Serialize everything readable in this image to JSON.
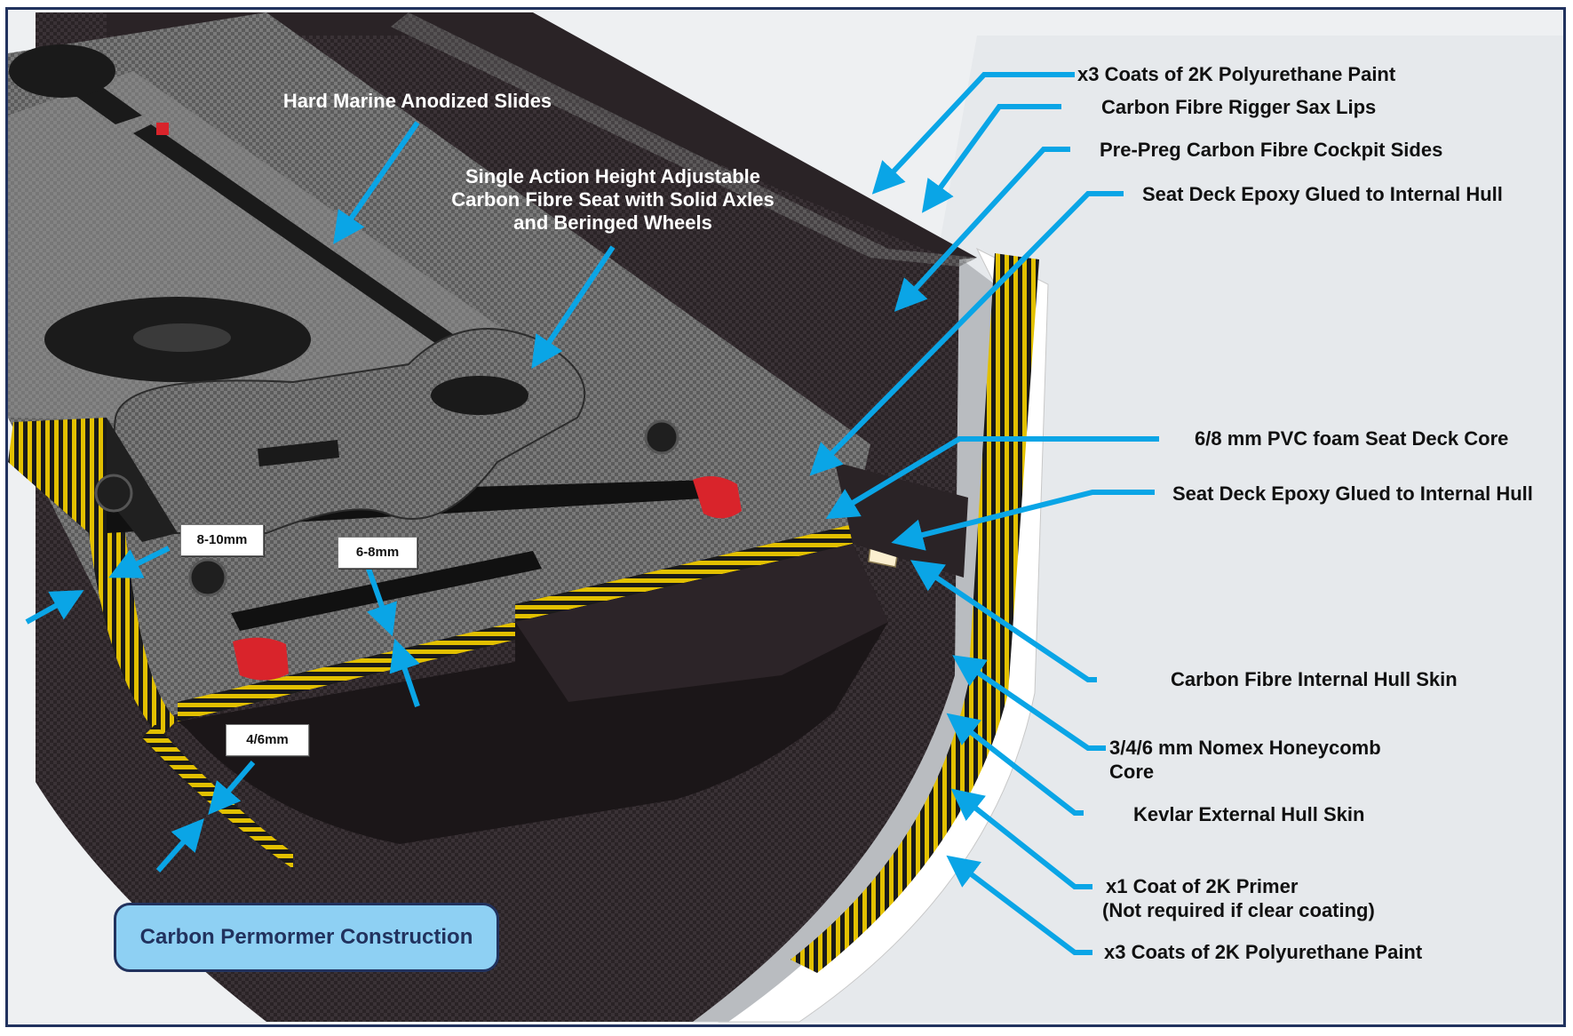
{
  "diagram": {
    "title": "Carbon Permormer Construction",
    "top_labels": {
      "slides": "Hard Marine Anodized Slides",
      "seat_line1": "Single Action Height Adjustable",
      "seat_line2": "Carbon Fibre Seat with Solid Axles",
      "seat_line3": "and Beringed Wheels"
    },
    "right_labels": {
      "paint_top": "x3 Coats of 2K Polyurethane Paint",
      "rigger": "Carbon Fibre Rigger Sax Lips",
      "cockpit": "Pre-Preg Carbon Fibre Cockpit Sides",
      "seat_deck_top": "Seat Deck  Epoxy Glued to Internal Hull",
      "pvc": "6/8 mm PVC foam Seat Deck Core",
      "seat_deck_bottom": "Seat Deck Epoxy Glued to Internal Hull",
      "internal_skin": "Carbon Fibre Internal Hull Skin",
      "nomex_line1": "3/4/6 mm Nomex Honeycomb",
      "nomex_line2": "Core",
      "kevlar": "Kevlar External Hull Skin",
      "primer_line1": "x1 Coat of 2K Primer",
      "primer_line2": "(Not required if clear coating)",
      "paint_bottom": "x3 Coats of 2K Polyurethane Paint"
    },
    "dimensions": {
      "side": "8-10mm",
      "deck": "6-8mm",
      "bottom": "4/6mm"
    },
    "colors": {
      "arrow": "#0aa5e6",
      "frame": "#21325e",
      "title_fill": "#8ed0f3",
      "honeycomb": "#e2c000",
      "carbon_dark": "#2b2428",
      "carbon_grey": "#6b6b6b",
      "slider_red": "#d9242b"
    }
  }
}
